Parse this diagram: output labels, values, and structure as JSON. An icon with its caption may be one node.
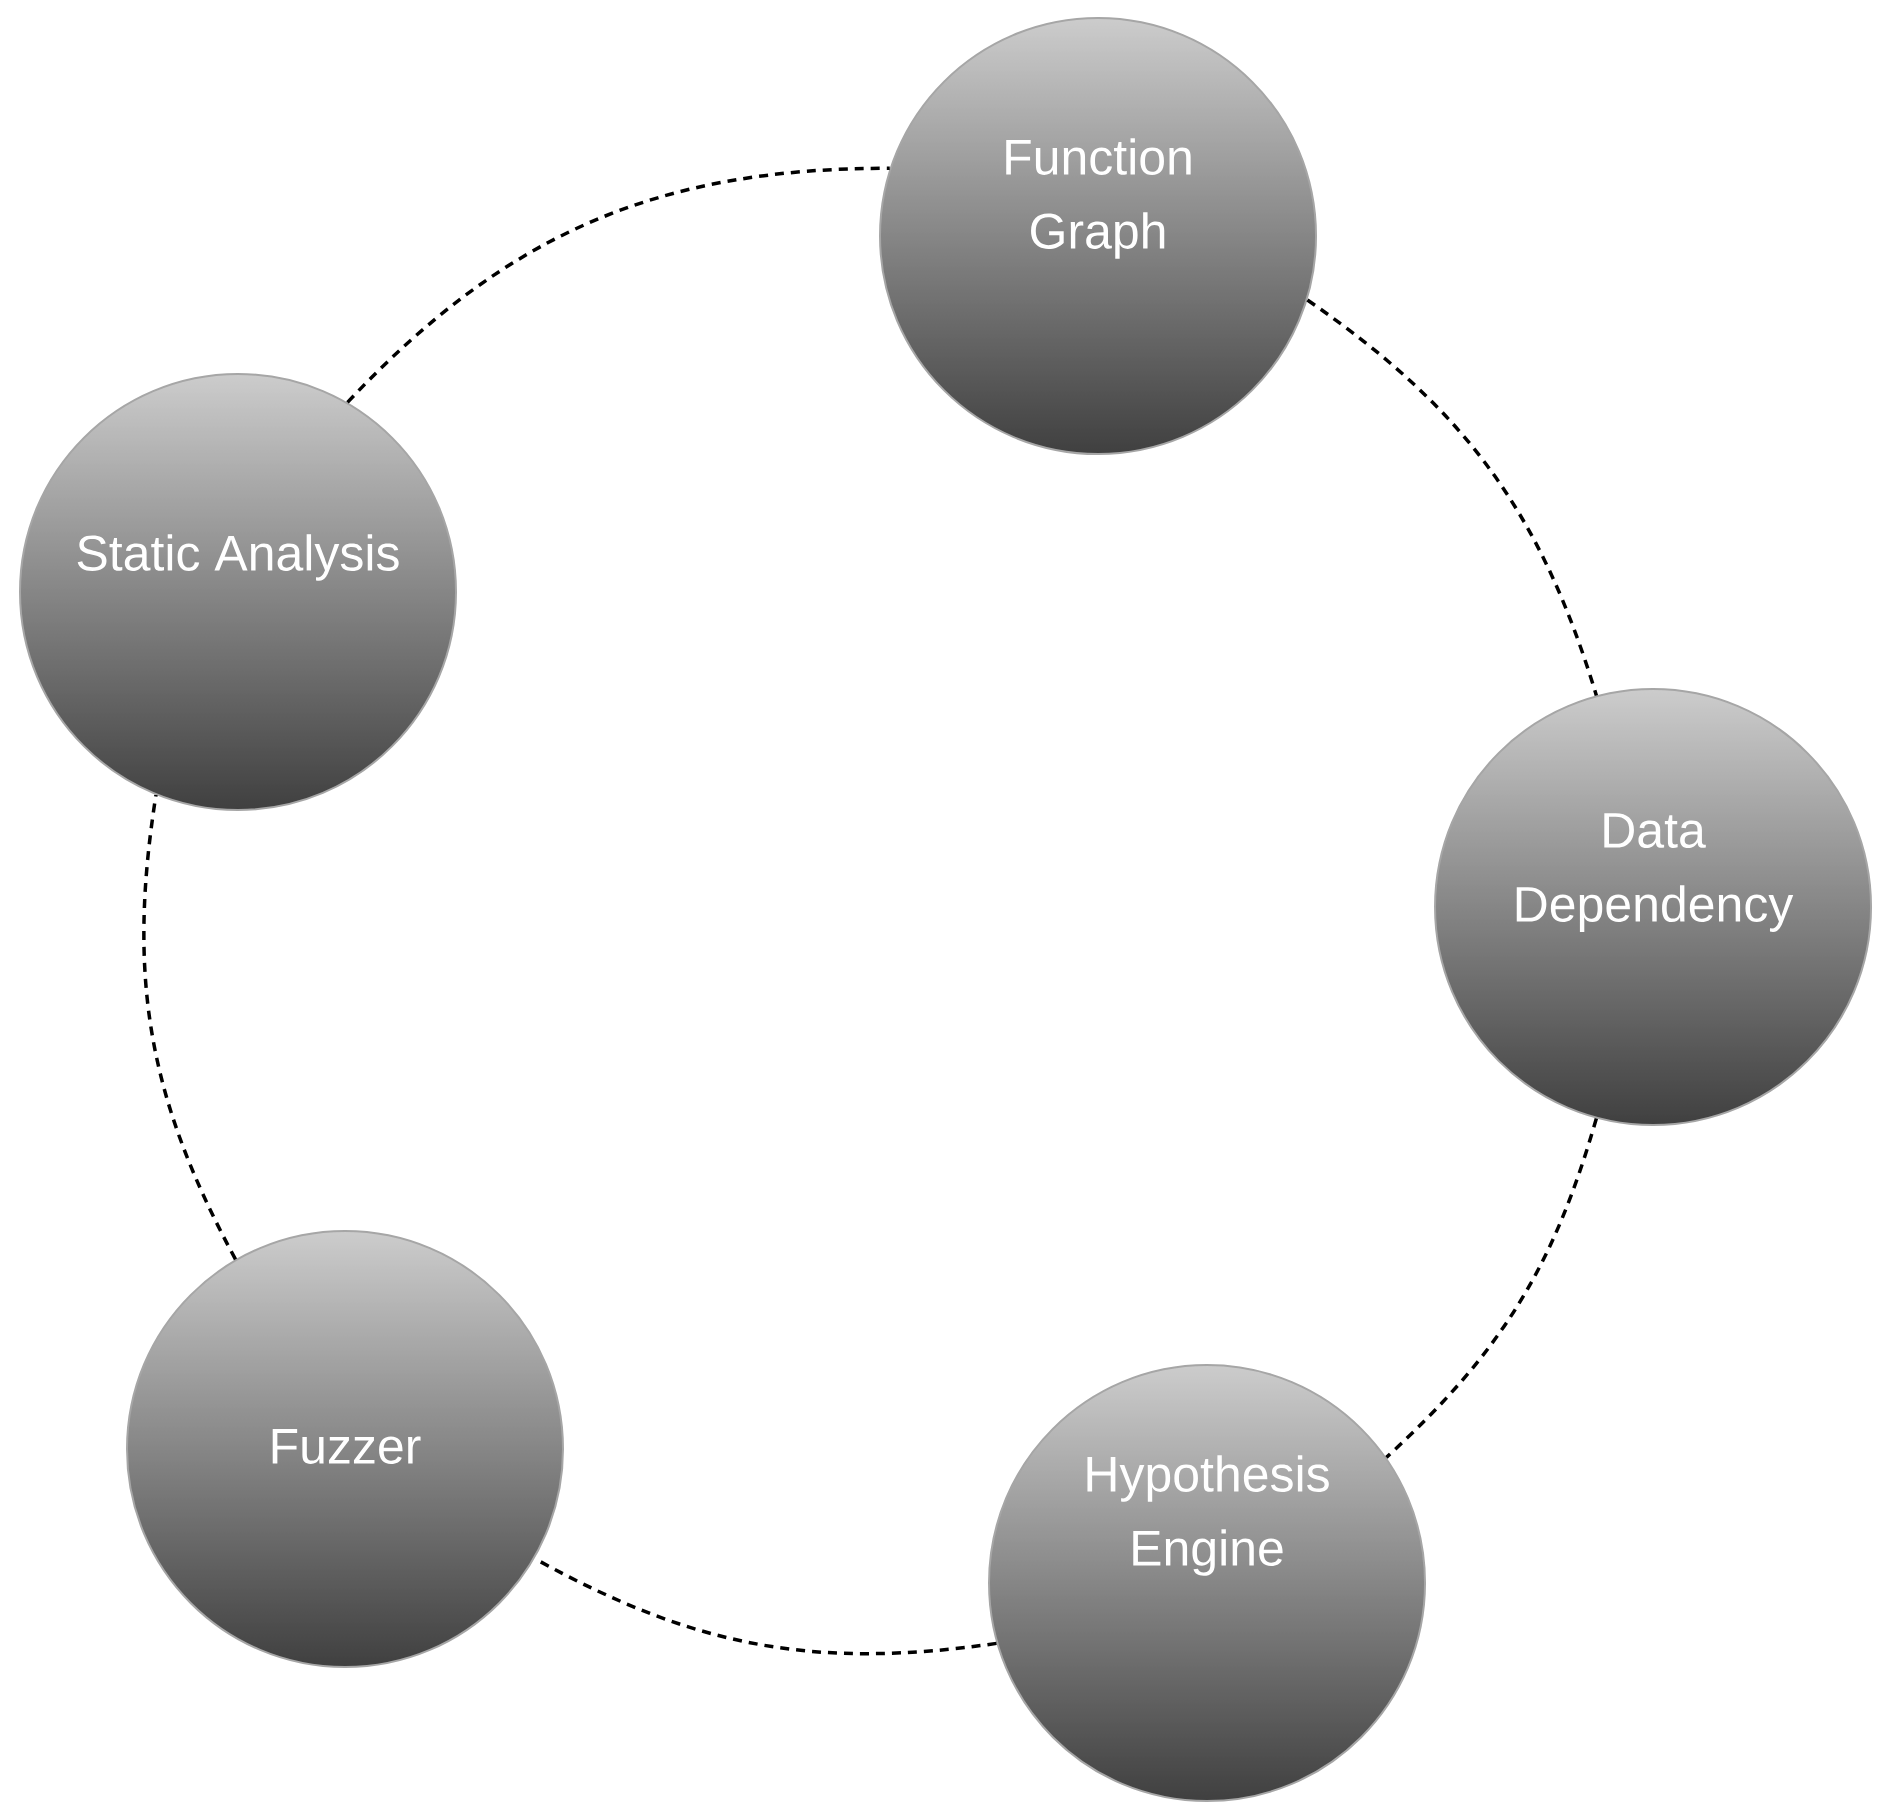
{
  "diagram": {
    "nodes": [
      {
        "text": [
          "Function Graph"
        ]
      },
      {
        "text": [
          "Static Analysis"
        ]
      },
      {
        "text": [
          "Data Dependency"
        ]
      },
      {
        "text": [
          "Fuzzer"
        ]
      },
      {
        "text": [
          "Hypothesis Engine"
        ]
      }
    ],
    "edges": [
      {
        "from": 1,
        "to": 0,
        "arrow": "none",
        "style": "dashed"
      },
      {
        "from": 0,
        "to": 2,
        "arrow": "none",
        "style": "dashed"
      },
      {
        "from": 2,
        "to": 4,
        "arrow": "none",
        "style": "dashed"
      },
      {
        "from": 4,
        "to": 3,
        "arrow": "none",
        "style": "dashed"
      },
      {
        "from": 3,
        "to": 1,
        "arrow": "none",
        "style": "dashed"
      }
    ]
  }
}
